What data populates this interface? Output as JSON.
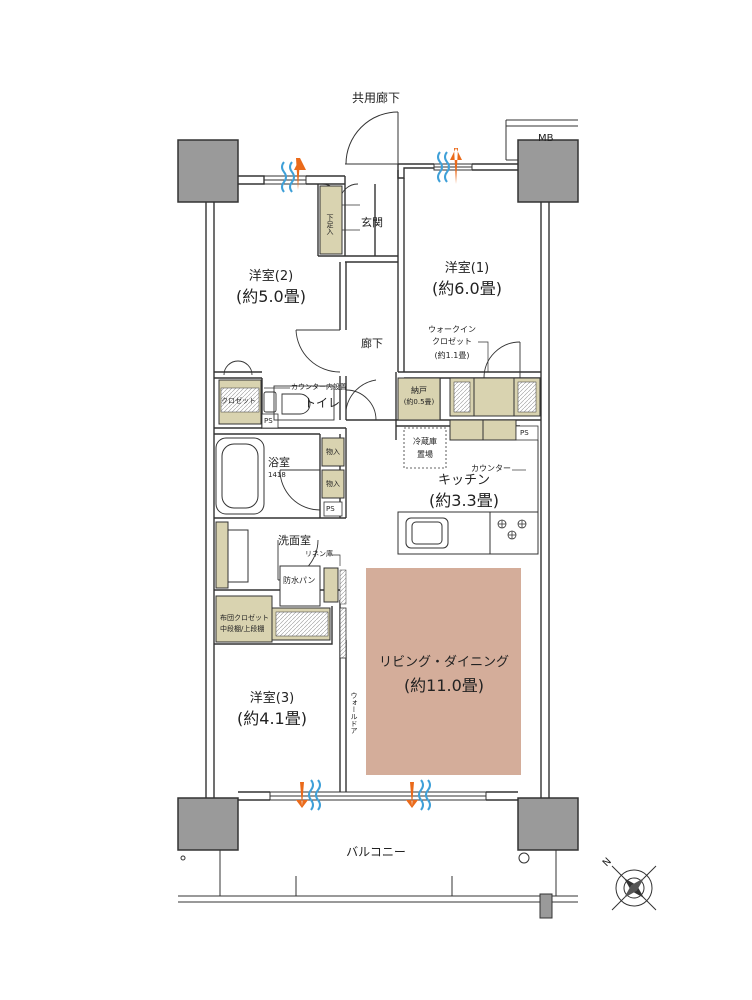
{
  "labels": {
    "corridor": "共用廊下",
    "mb": "MB",
    "entrance": "玄関",
    "shoe_cabinet": "下足入",
    "hallway": "廊下",
    "room2_name": "洋室(2)",
    "room2_size": "(約5.0畳)",
    "room1_name": "洋室(1)",
    "room1_size": "(約6.0畳)",
    "wic_line1": "ウォークイン",
    "wic_line2": "クロゼット",
    "wic_size": "(約1.1畳)",
    "closet": "クロゼット",
    "counter_cabinet": "カウンター内設置",
    "toilet": "トイレ",
    "storage": "納戸",
    "storage_size": "(約0.5畳)",
    "ps": "PS",
    "fridge_line1": "冷蔵庫",
    "fridge_line2": "置場",
    "counter": "カウンター",
    "kitchen_name": "キッチン",
    "kitchen_size": "(約3.3畳)",
    "bath_name": "浴室",
    "bath_size": "1418",
    "closet_item": "物入",
    "washroom": "洗面室",
    "linen": "リネン庫",
    "waterproof_pan": "防水パン",
    "futon_line1": "布団クロゼット",
    "futon_line2": "中段棚/上段棚",
    "ld_name": "リビング・ダイニング",
    "ld_size": "(約11.0畳)",
    "room3_name": "洋室(3)",
    "room3_size": "(約4.1畳)",
    "walldoor": "ウォールドア",
    "balcony": "バルコニー",
    "north": "N"
  },
  "colors": {
    "wall": "#333333",
    "column": "#9a9a9a",
    "storage_fill": "#d9d3b0",
    "ld_fill": "#d4ad9a",
    "sky_blue": "#3fa0d8",
    "orange": "#ea6a1a"
  },
  "icons": [
    "compass-icon",
    "ventilation-arrow-icon",
    "stove-icon",
    "sink-icon",
    "toilet-icon",
    "bathtub-icon",
    "door-swing-icon"
  ]
}
